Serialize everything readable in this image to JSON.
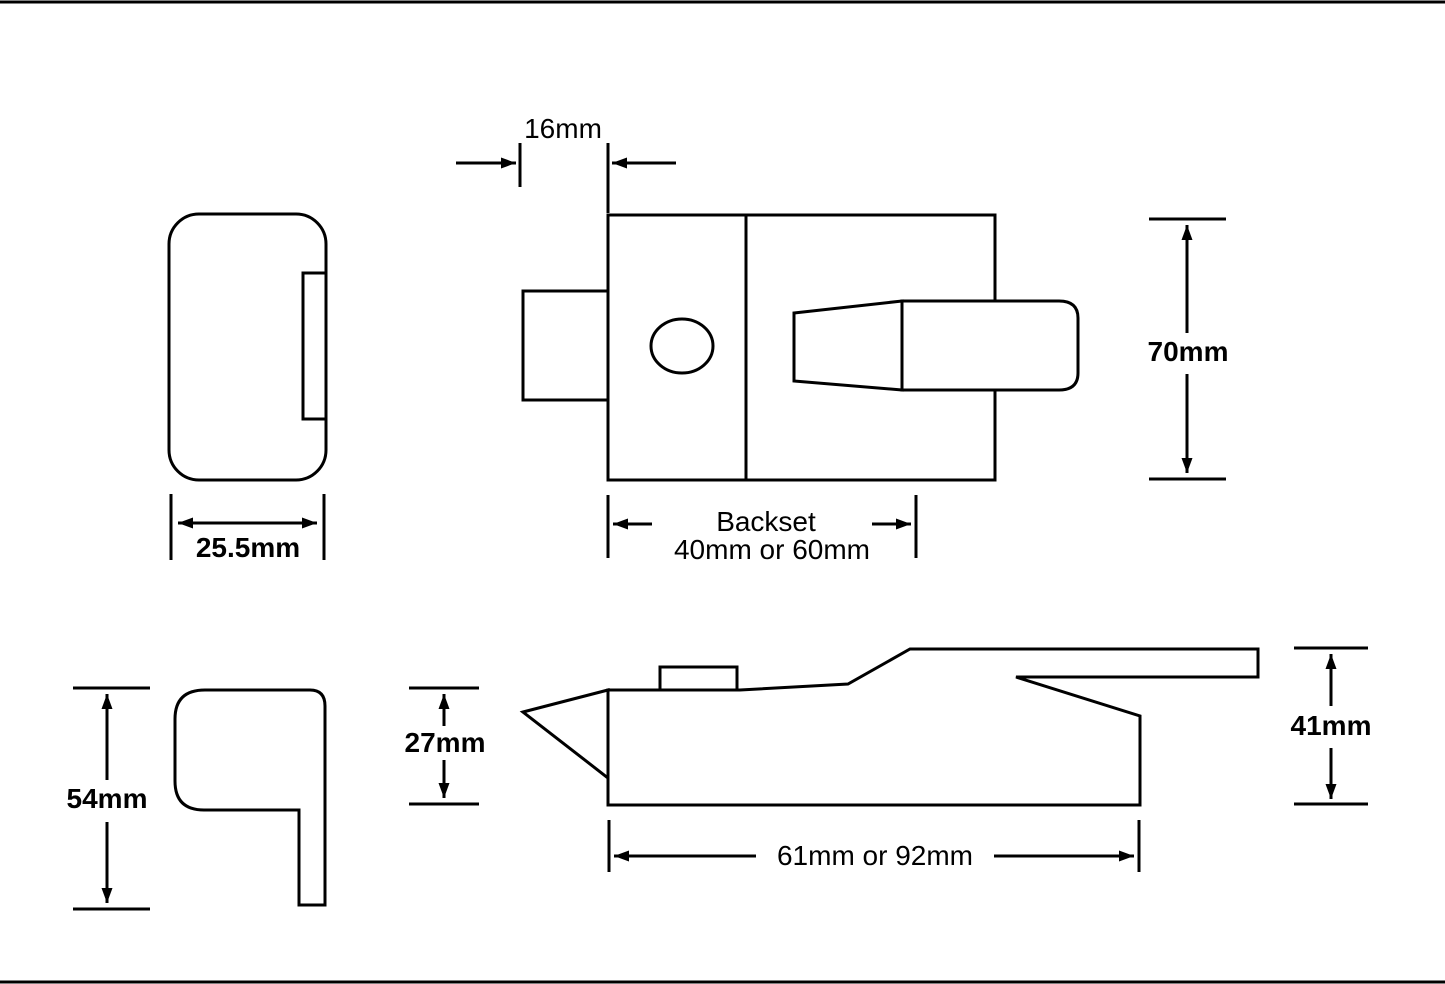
{
  "diagram": {
    "colors": {
      "line": "#000000",
      "background": "#ffffff"
    },
    "labels": {
      "spindle_width": "16mm",
      "case_height": "70mm",
      "case_depth": "25.5mm",
      "backset_title": "Backset",
      "backset_values": "40mm or 60mm",
      "keep_height": "54mm",
      "profile_height": "27mm",
      "handle_height": "41mm",
      "case_length": "61mm or 92mm"
    }
  }
}
